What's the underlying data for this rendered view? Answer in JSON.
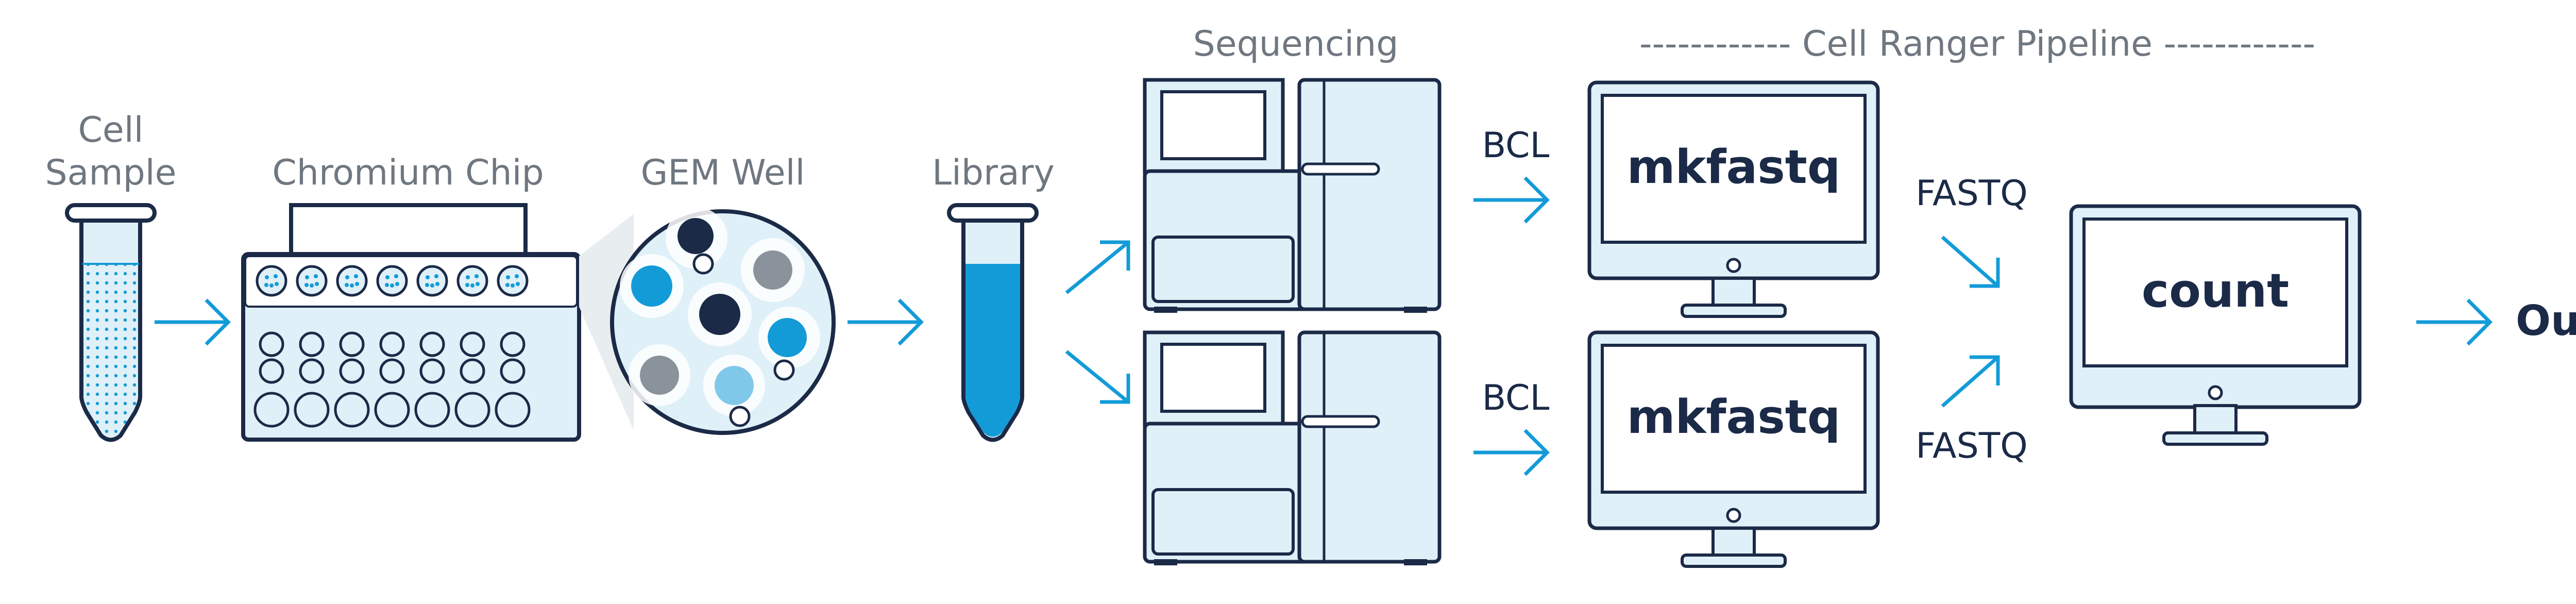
{
  "stages": {
    "cell_sample_line1": "Cell",
    "cell_sample_line2": "Sample",
    "chromium_chip": "Chromium Chip",
    "gem_well": "GEM Well",
    "library": "Library",
    "sequencing": "Sequencing",
    "pipeline": "------------ Cell Ranger Pipeline ------------"
  },
  "data_labels": {
    "bcl_top": "BCL",
    "bcl_bottom": "BCL",
    "fastq_top": "FASTQ",
    "fastq_bottom": "FASTQ"
  },
  "screens": {
    "mkfastq_top": "mkfastq",
    "mkfastq_bottom": "mkfastq",
    "count": "count"
  },
  "output": "Output",
  "colors": {
    "outline": "#1b2a47",
    "light_fill": "#dff0f8",
    "accent_blue": "#139bd8",
    "gray_dot": "#8a939c",
    "label_gray": "#6f7780"
  }
}
